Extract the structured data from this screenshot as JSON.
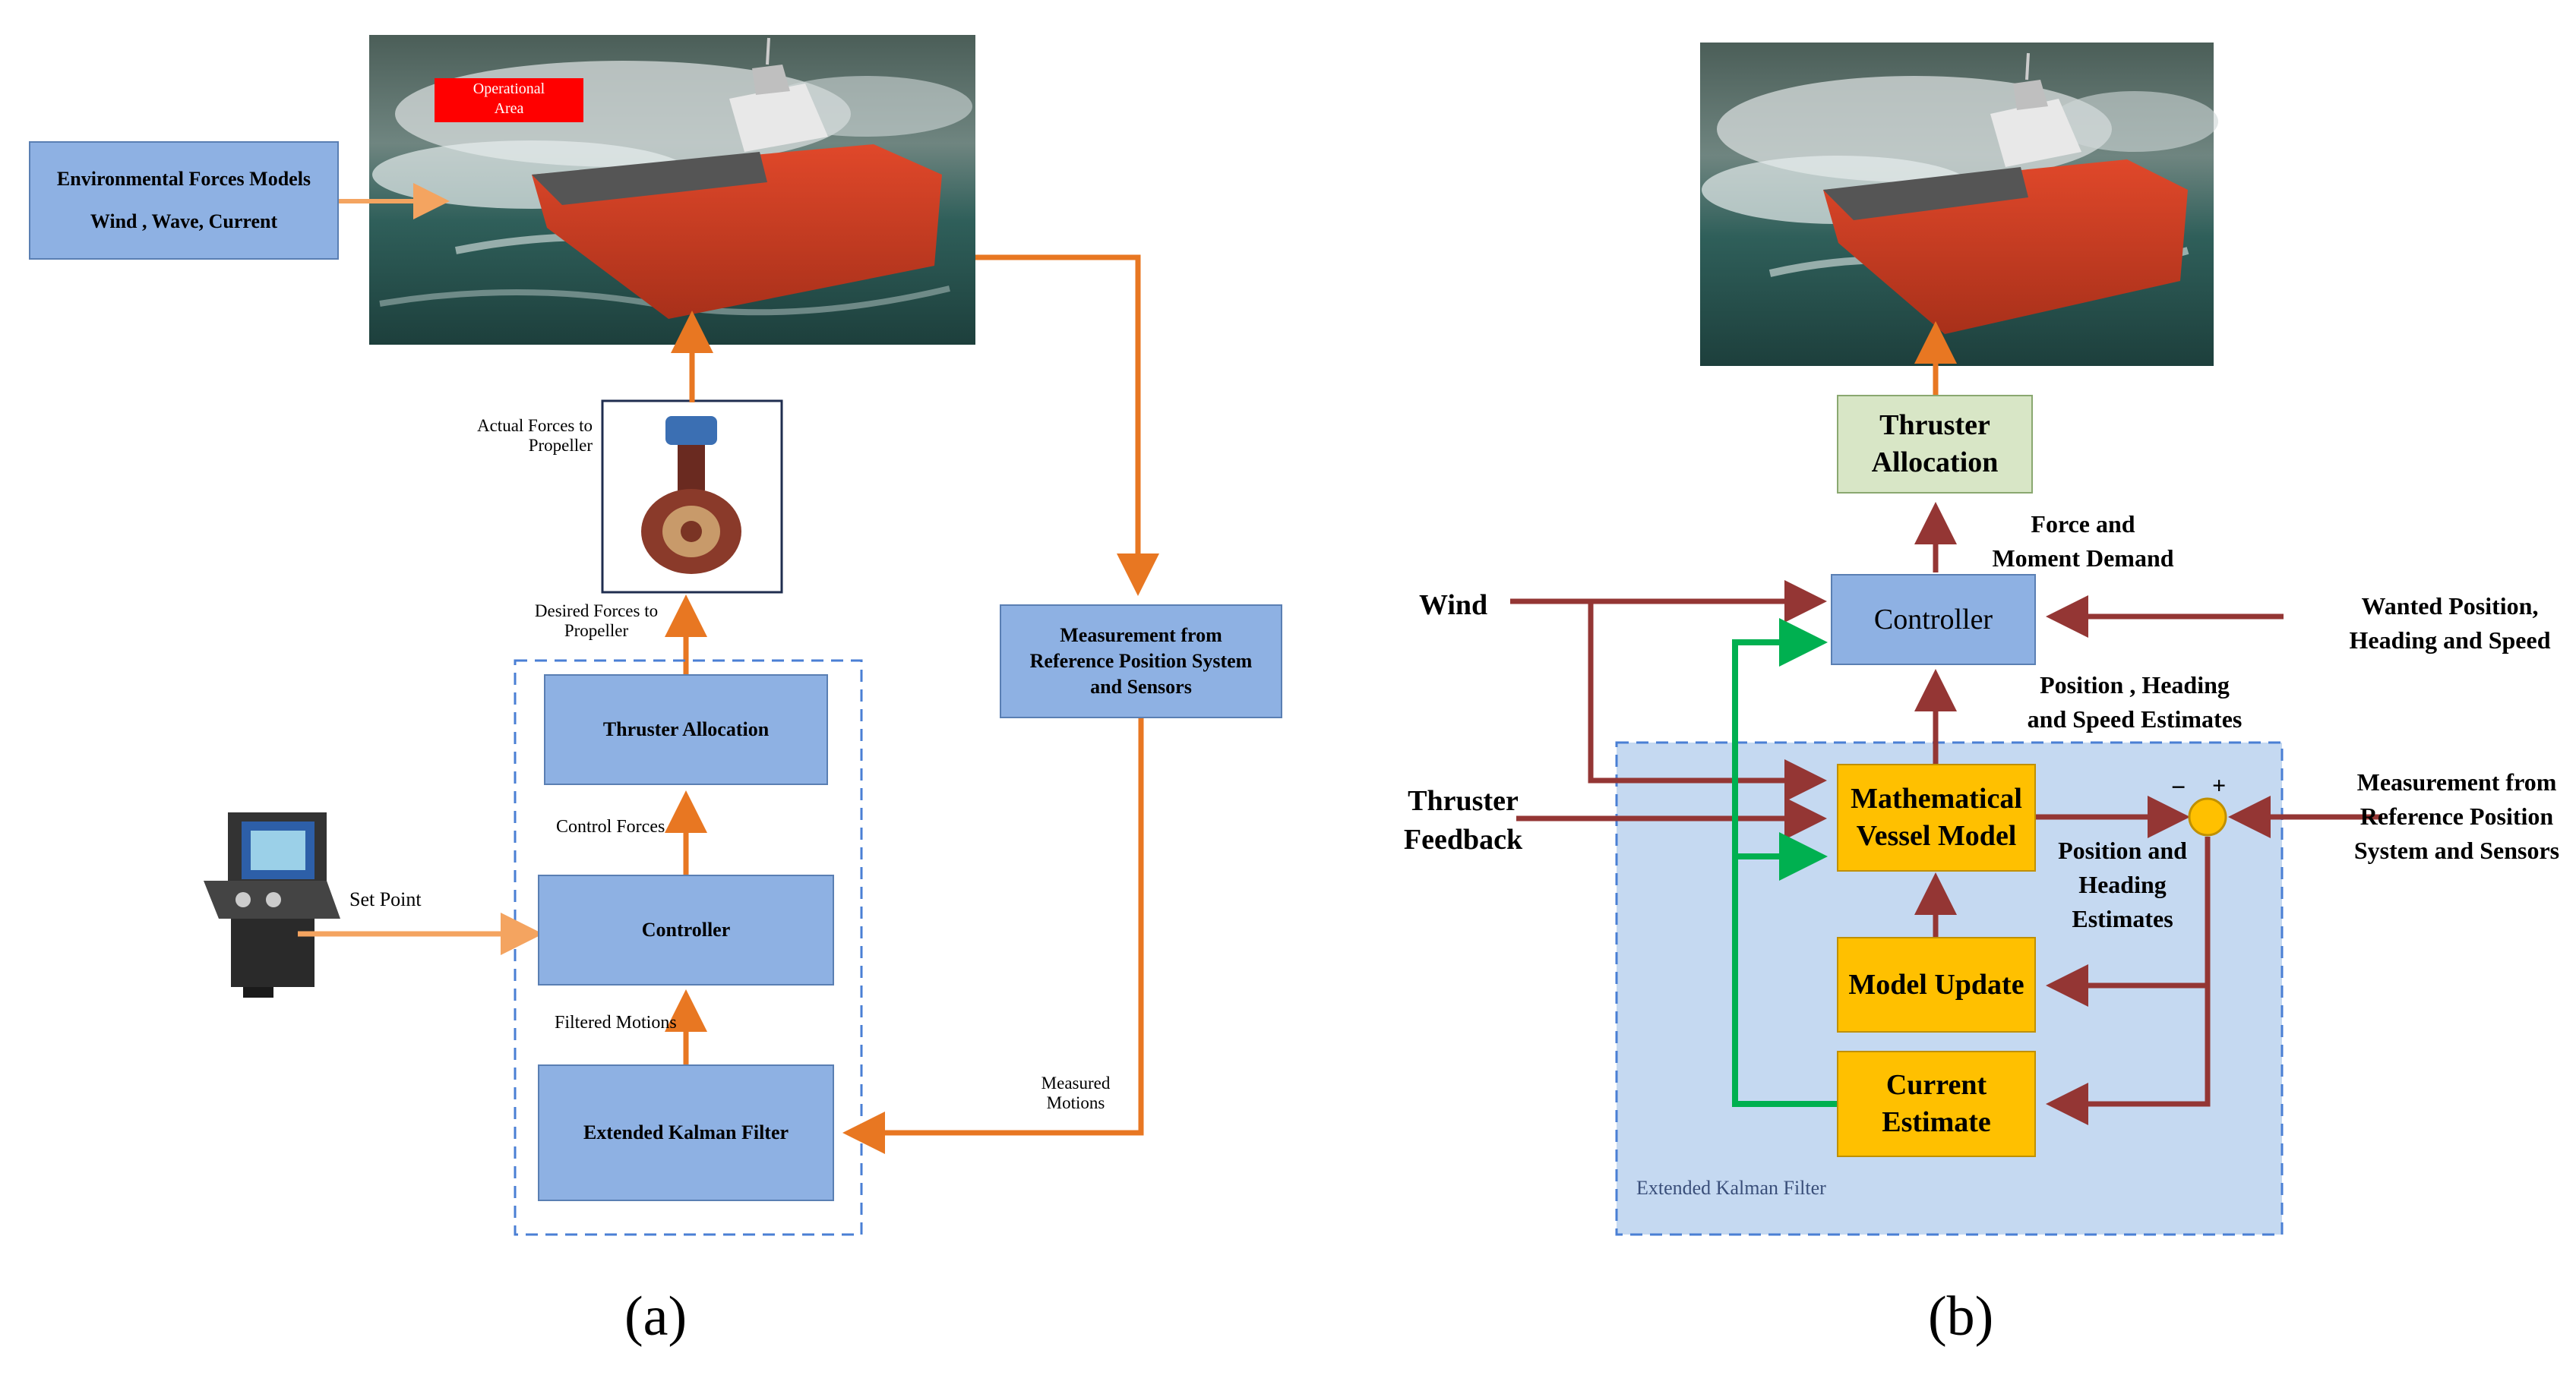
{
  "panel_a": {
    "env_box": {
      "line1": "Environmental Forces Models",
      "line2": "Wind   ,   Wave,   Current"
    },
    "operational_area": {
      "line1": "Operational",
      "line2": "Area"
    },
    "actual_forces": {
      "line1": "Actual  Forces to",
      "line2": "Propeller"
    },
    "desired_forces": {
      "line1": "Desired  Forces to",
      "line2": "Propeller"
    },
    "thruster_allocation": "Thruster Allocation",
    "control_forces": "Control Forces",
    "controller": "Controller",
    "set_point": "Set Point",
    "filtered_motions": "Filtered Motions",
    "ekf": "Extended Kalman Filter",
    "measured_motions": {
      "line1": "Measured",
      "line2": "Motions"
    },
    "measurement_box": {
      "line1": "Measurement from",
      "line2": "Reference Position System",
      "line3": "and Sensors"
    },
    "caption": "(a)"
  },
  "panel_b": {
    "thruster_allocation": {
      "line1": "Thruster",
      "line2": "Allocation"
    },
    "force_moment": {
      "line1": "Force and",
      "line2": "Moment Demand"
    },
    "wind": "Wind",
    "controller": "Controller",
    "wanted": {
      "line1": "Wanted Position,",
      "line2": "Heading and Speed"
    },
    "pos_estimates": {
      "line1": "Position , Heading",
      "line2": "and Speed Estimates"
    },
    "thruster_feedback": {
      "line1": "Thruster",
      "line2": "Feedback"
    },
    "math_model": {
      "line1": "Mathematical",
      "line2": "Vessel Model"
    },
    "minus": "−",
    "plus": "+",
    "measurement": {
      "line1": "Measurement from",
      "line2": "Reference Position",
      "line3": "System and Sensors"
    },
    "pos_heading_est": {
      "line1": "Position and",
      "line2": "Heading",
      "line3": "Estimates"
    },
    "model_update": "Model Update",
    "current_estimate": {
      "line1": "Current",
      "line2": "Estimate"
    },
    "ekf_label": "Extended Kalman Filter",
    "caption": "(b)"
  },
  "colors": {
    "orange_arrow": "#e87722",
    "light_orange_arrow": "#f4a460",
    "red_arrow": "#943634",
    "green_arrow": "#00b050",
    "box_blue": "#8eb1e3",
    "box_yellow": "#ffc000",
    "box_green": "#d8e6c6",
    "ekf_region": "#c5d9f1",
    "dashed_border": "#4a7fd4",
    "op_area_red": "#ff0000"
  },
  "icons": [
    "ship-photo",
    "thruster-photo",
    "control-console-icon",
    "summing-junction-icon"
  ]
}
